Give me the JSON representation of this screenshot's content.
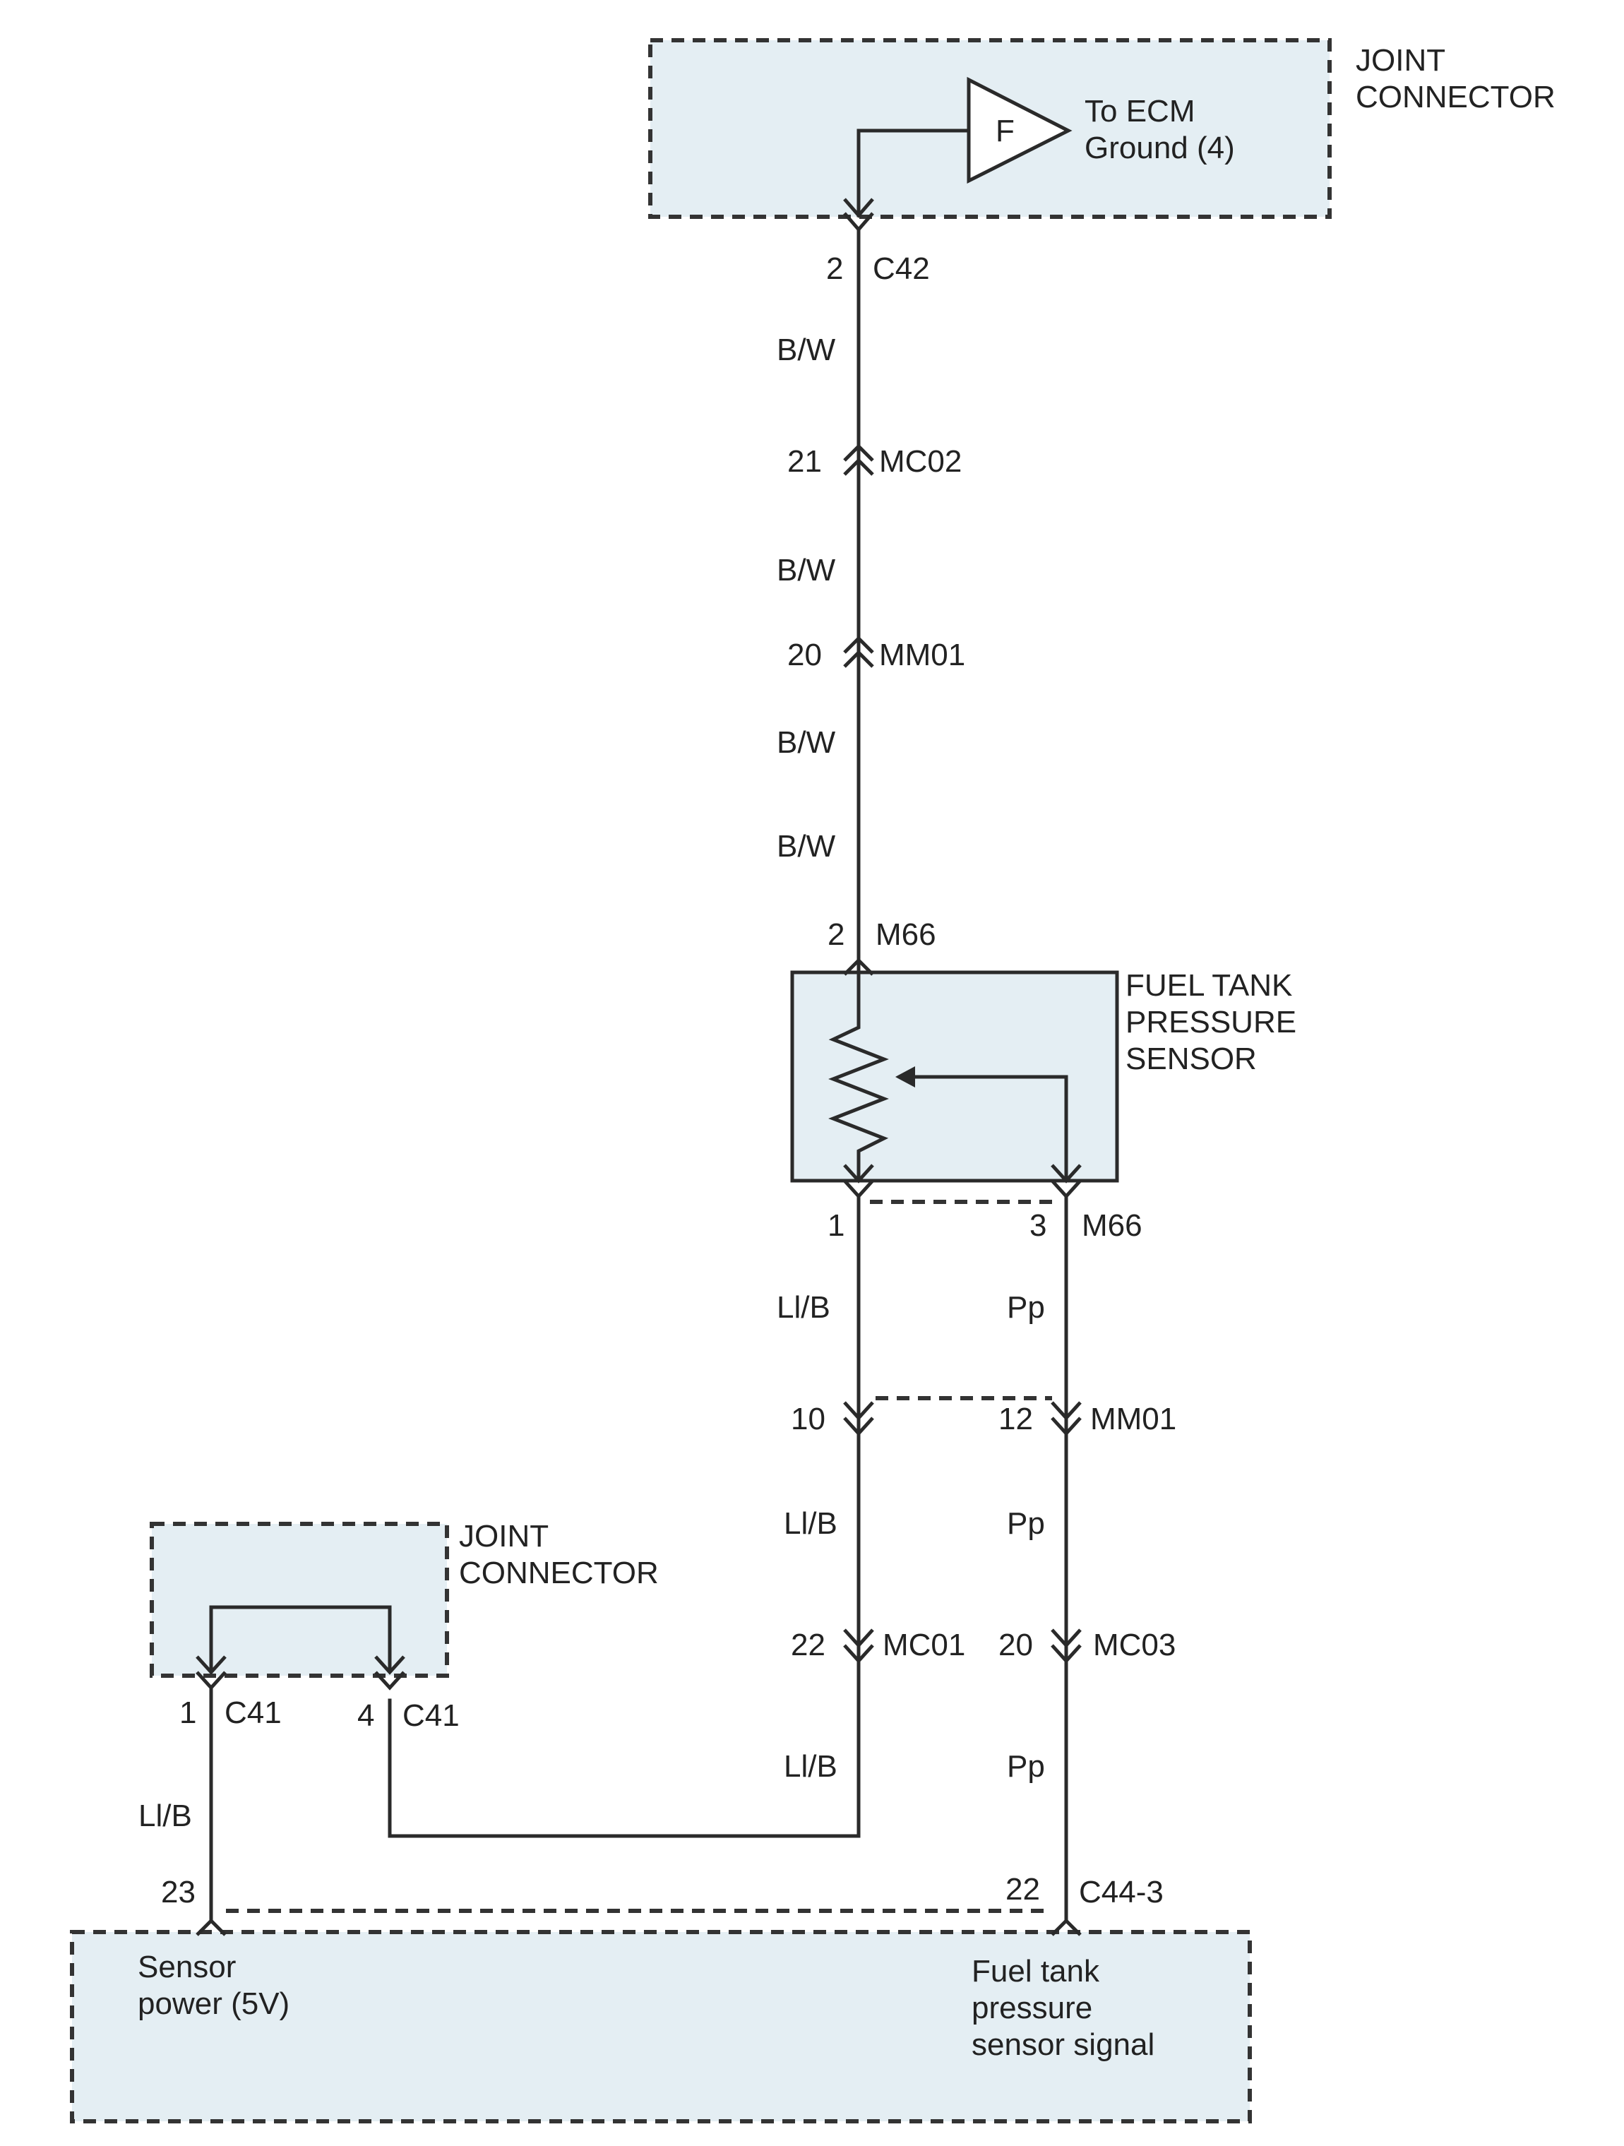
{
  "joint_connector_top": {
    "label_line1": "JOINT",
    "label_line2": "CONNECTOR",
    "ground_symbol_letter": "F",
    "ground_text_line1": "To ECM",
    "ground_text_line2": "Ground (4)"
  },
  "connectors": {
    "c42": {
      "pin": "2",
      "name": "C42"
    },
    "mc02": {
      "pin": "21",
      "name": "MC02"
    },
    "mm01_upper": {
      "pin": "20",
      "name": "MM01"
    },
    "m66_top": {
      "pin": "2",
      "name": "M66"
    },
    "m66_bottom_left": {
      "pin": "1"
    },
    "m66_bottom_right": {
      "pin": "3",
      "name": "M66"
    },
    "mm01_left": {
      "pin": "10"
    },
    "mm01_right": {
      "pin": "12",
      "name": "MM01"
    },
    "mc01": {
      "pin": "22",
      "name": "MC01"
    },
    "mc03": {
      "pin": "20",
      "name": "MC03"
    },
    "c41_left": {
      "pin": "1",
      "name": "C41"
    },
    "c41_right": {
      "pin": "4",
      "name": "C41"
    },
    "ecm_left": {
      "pin": "23"
    },
    "ecm_right": {
      "pin": "22",
      "name": "C44-3"
    }
  },
  "wire_colors": {
    "bw_1": "B/W",
    "bw_2": "B/W",
    "bw_3": "B/W",
    "bw_4": "B/W",
    "lib_1": "Ll/B",
    "lib_2": "Ll/B",
    "lib_3": "Ll/B",
    "lib_4": "Ll/B",
    "pp_1": "Pp",
    "pp_2": "Pp",
    "pp_3": "Pp"
  },
  "sensor": {
    "label_line1": "FUEL TANK",
    "label_line2": "PRESSURE",
    "label_line3": "SENSOR"
  },
  "joint_connector_bottom": {
    "label_line1": "JOINT",
    "label_line2": "CONNECTOR"
  },
  "ecm": {
    "sensor_power_line1": "Sensor",
    "sensor_power_line2": "power (5V)",
    "signal_line1": "Fuel tank",
    "signal_line2": "pressure",
    "signal_line3": "sensor signal"
  },
  "colors": {
    "box_fill": "#e4eef3",
    "line": "#2a2a2a"
  }
}
